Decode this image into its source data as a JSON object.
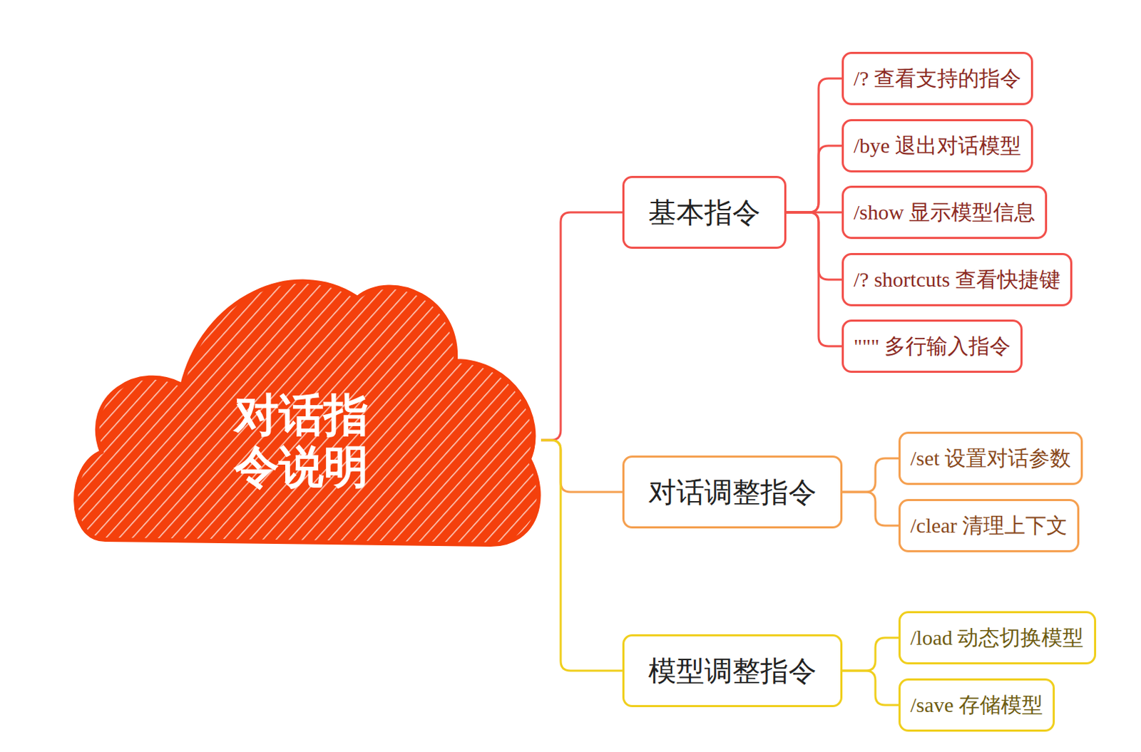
{
  "diagram": {
    "nodes": [
      {
        "text": [
          "对话指令说明"
        ]
      },
      {
        "text": [
          "基本指令"
        ]
      },
      {
        "text": [
          "/? 查看支持的指令"
        ]
      },
      {
        "text": [
          "/bye 退出对话模型"
        ]
      },
      {
        "text": [
          "/show 显示模型信息"
        ]
      },
      {
        "text": [
          "/? shortcuts 查看快捷键"
        ]
      },
      {
        "text": [
          "\"\"\" 多行输入指令"
        ]
      },
      {
        "text": [
          "对话调整指令"
        ]
      },
      {
        "text": [
          "/set 设置对话参数"
        ]
      },
      {
        "text": [
          "/clear 清理上下文"
        ]
      },
      {
        "text": [
          "模型调整指令"
        ]
      },
      {
        "text": [
          "/load 动态切换模型"
        ]
      },
      {
        "text": [
          "/save 存储模型"
        ]
      }
    ],
    "edges": [
      {
        "from": 0,
        "to": 1,
        "arrow": "none"
      },
      {
        "from": 1,
        "to": 2,
        "arrow": "none"
      },
      {
        "from": 1,
        "to": 3,
        "arrow": "none"
      },
      {
        "from": 1,
        "to": 4,
        "arrow": "none"
      },
      {
        "from": 1,
        "to": 5,
        "arrow": "none"
      },
      {
        "from": 1,
        "to": 6,
        "arrow": "none"
      },
      {
        "from": 0,
        "to": 7,
        "arrow": "none"
      },
      {
        "from": 7,
        "to": 8,
        "arrow": "none"
      },
      {
        "from": 7,
        "to": 9,
        "arrow": "none"
      },
      {
        "from": 0,
        "to": 10,
        "arrow": "none"
      },
      {
        "from": 10,
        "to": 11,
        "arrow": "none"
      },
      {
        "from": 10,
        "to": 12,
        "arrow": "none"
      }
    ]
  }
}
